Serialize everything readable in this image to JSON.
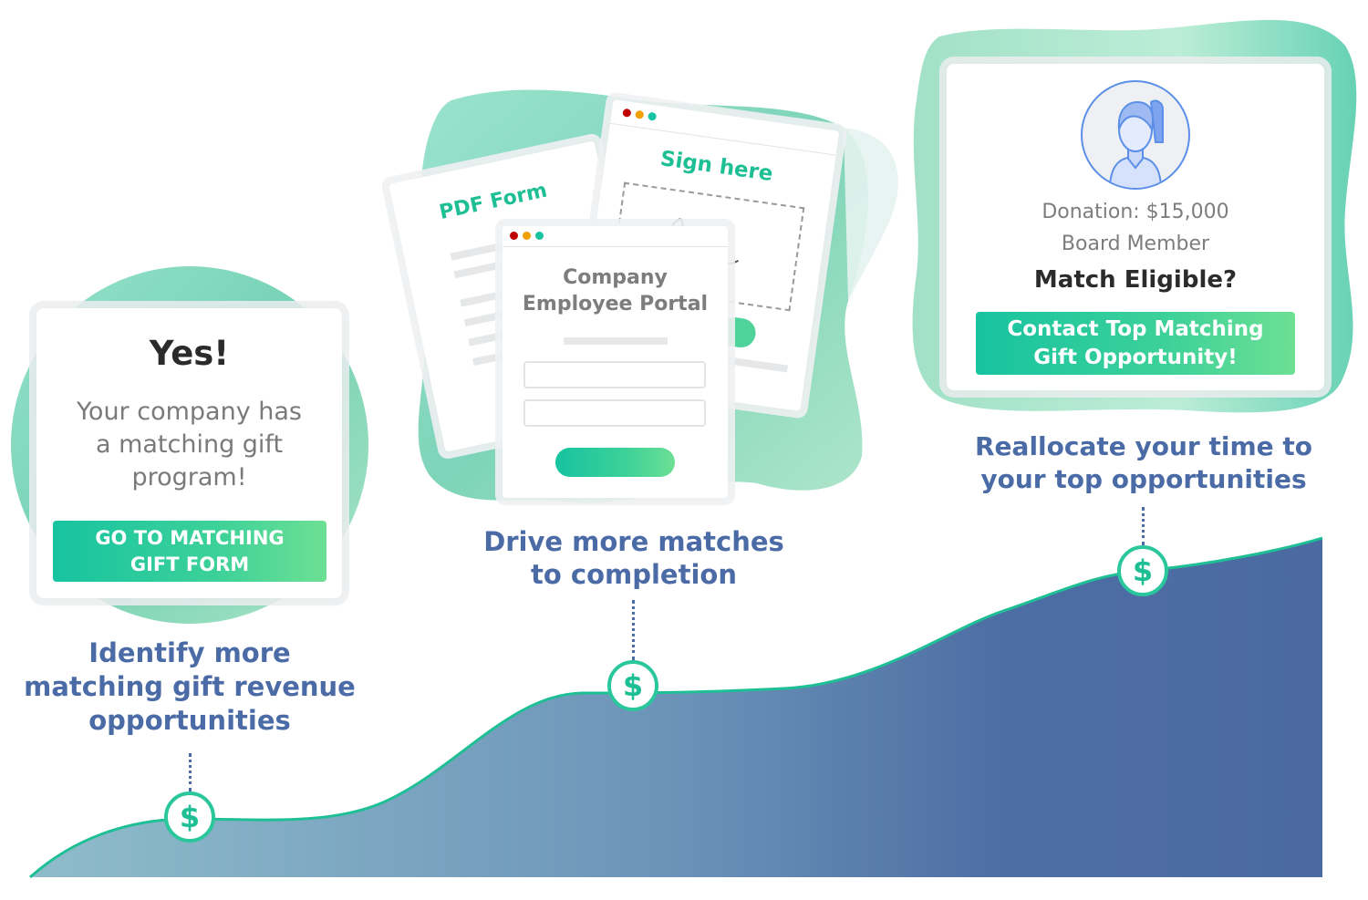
{
  "colors": {
    "teal_accent": "#1fbf95",
    "caption_blue": "#4a6ba6",
    "area_left": "#8fbccb",
    "area_right": "#4a6aa1",
    "button_gradient_start": "#17c3a0",
    "button_gradient_end": "#6de094",
    "dot_red": "#c00000",
    "dot_orange": "#f0a000",
    "dot_teal": "#17c3a0"
  },
  "stage1": {
    "card": {
      "heading": "Yes!",
      "body_lines": [
        "Your company has",
        "a matching gift",
        "program!"
      ],
      "button_lines": [
        "GO TO MATCHING",
        "GIFT FORM"
      ]
    },
    "caption_lines": [
      "Identify more",
      "matching gift revenue",
      "opportunities"
    ],
    "marker_icon": "dollar-icon",
    "marker_symbol": "$"
  },
  "stage2": {
    "pdf_form": {
      "title": "PDF Form"
    },
    "sign_window": {
      "title": "Sign here"
    },
    "portal_window": {
      "title_lines": [
        "Company",
        "Employee Portal"
      ]
    },
    "caption_lines": [
      "Drive more matches",
      "to completion"
    ],
    "marker_icon": "dollar-icon",
    "marker_symbol": "$"
  },
  "stage3": {
    "card": {
      "avatar_icon": "person-avatar-icon",
      "donation": "Donation: $15,000",
      "role": "Board Member",
      "question": "Match Eligible?",
      "button_lines": [
        "Contact Top Matching",
        "Gift Opportunity!"
      ]
    },
    "caption_lines": [
      "Reallocate your time to",
      "your top opportunities"
    ],
    "marker_icon": "dollar-icon",
    "marker_symbol": "$"
  }
}
